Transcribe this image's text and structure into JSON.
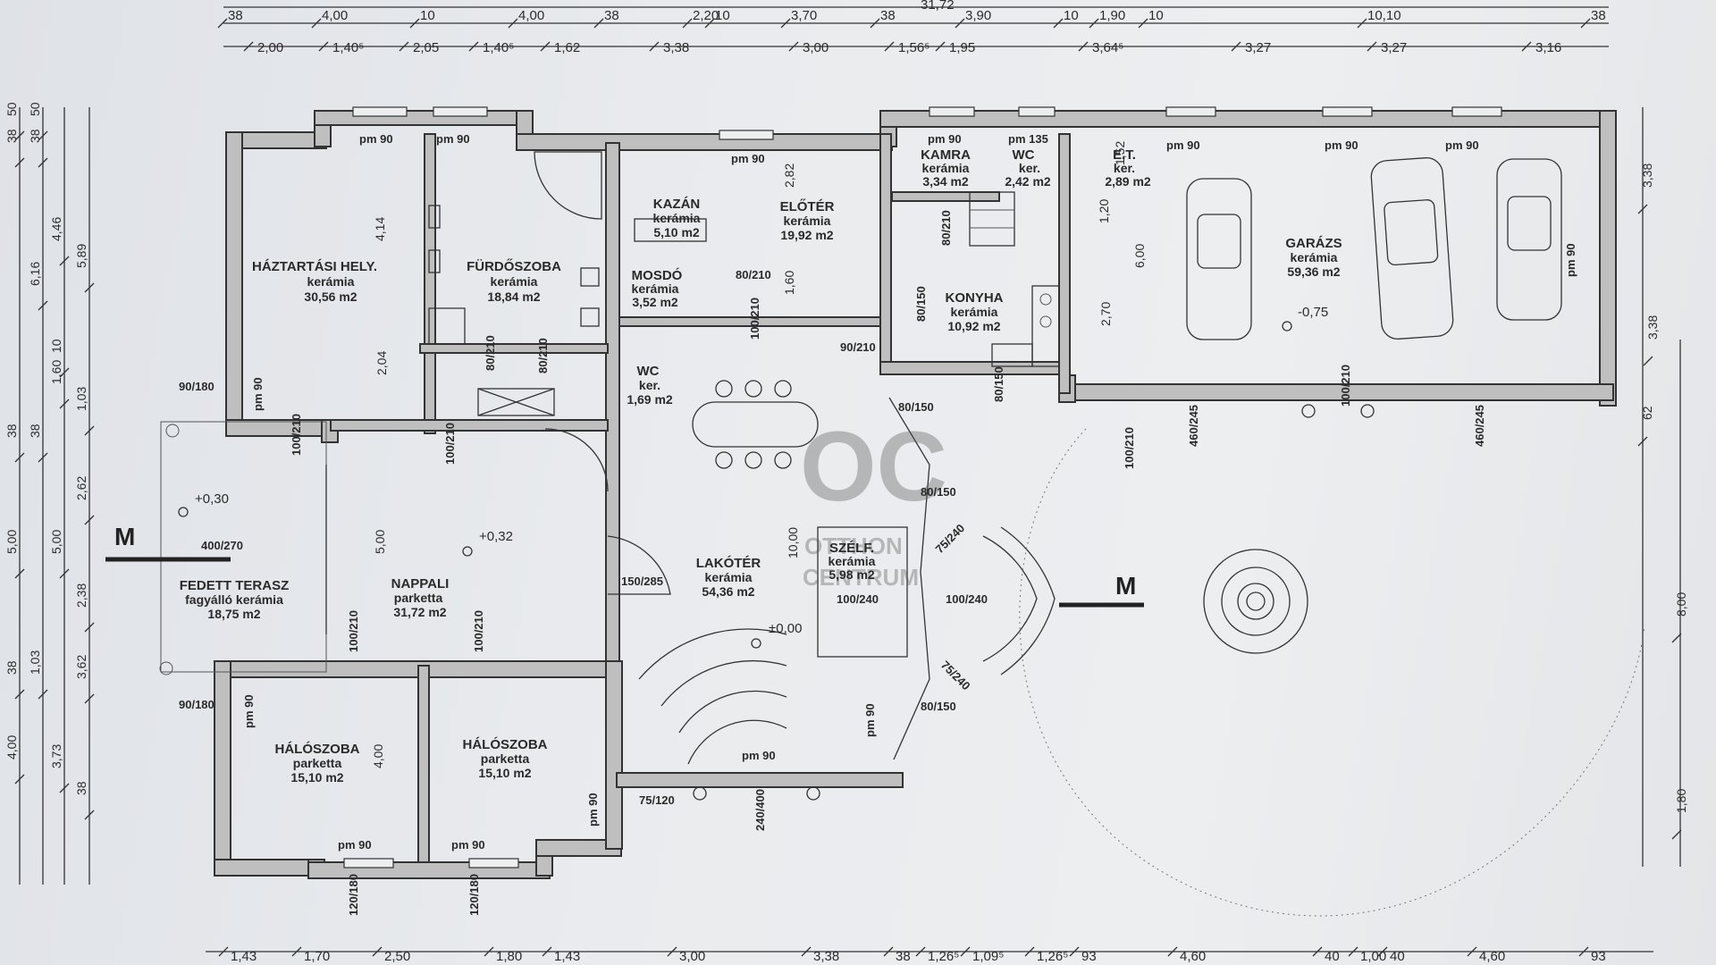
{
  "rooms": [
    {
      "name": "HÁZTARTÁSI HELY.",
      "finish": "kerámia",
      "area": "30,56 m2"
    },
    {
      "name": "FÜRDŐSZOBA",
      "finish": "kerámia",
      "area": "18,84 m2"
    },
    {
      "name": "KAZÁN",
      "finish": "kerámia",
      "area": "5,10 m2"
    },
    {
      "name": "ELŐTÉR",
      "finish": "kerámia",
      "area": "19,92 m2"
    },
    {
      "name": "KAMRA",
      "finish": "kerámia",
      "area": "3,34 m2"
    },
    {
      "name": "WC",
      "finish": "ker.",
      "area": "2,42 m2"
    },
    {
      "name": "E.T.",
      "finish": "ker.",
      "area": "2,89 m2"
    },
    {
      "name": "GARÁZS",
      "finish": "kerámia",
      "area": "59,36 m2"
    },
    {
      "name": "MOSDÓ",
      "finish": "kerámia",
      "area": "3,52 m2"
    },
    {
      "name": "KONYHA",
      "finish": "kerámia",
      "area": "10,92 m2"
    },
    {
      "name": "WC",
      "finish": "ker.",
      "area": "1,69 m2"
    },
    {
      "name": "FEDETT TERASZ",
      "finish": "fagyálló kerámia",
      "area": "18,75 m2"
    },
    {
      "name": "NAPPALI",
      "finish": "parketta",
      "area": "31,72 m2"
    },
    {
      "name": "LAKÓTÉR",
      "finish": "kerámia",
      "area": "54,36 m2"
    },
    {
      "name": "SZÉLF.",
      "finish": "kerámia",
      "area": "5,98 m2"
    },
    {
      "name": "HÁLÓSZOBA",
      "finish": "parketta",
      "area": "15,10 m2"
    },
    {
      "name": "HÁLÓSZOBA",
      "finish": "parketta",
      "area": "15,10 m2"
    }
  ],
  "top_dims_row1": [
    "38",
    "4,00",
    "10",
    "4,00",
    "38",
    "2,20",
    "10",
    "3,70",
    "38",
    "3,90",
    "10",
    "1,90",
    "10",
    "10,10",
    "38"
  ],
  "top_dims_row2": [
    "2,00",
    "1,40⁵",
    "2,05",
    "1,40⁵",
    "1,62",
    "3,38",
    "3,00",
    "1,56⁵",
    "1,95",
    "3,64⁵",
    "3,27",
    "3,27",
    "3,16"
  ],
  "top_total": "31,72",
  "bottom_dims": [
    "1,43",
    "1,70",
    "2,50",
    "1,80",
    "1,43",
    "3,00",
    "3,38",
    "38",
    "1,26⁵",
    "1,09⁵",
    "1,26⁵",
    "93",
    "4,60",
    "40",
    "1,00",
    "40",
    "4,60",
    "93"
  ],
  "left_dims": [
    "38",
    "50",
    "38",
    "50",
    "6,16",
    "4,46",
    "5,89",
    "10",
    "1,60",
    "1,03",
    "38",
    "38",
    "2,62",
    "5,00",
    "5,00",
    "2,38",
    "38",
    "1,03",
    "3,62",
    "4,00",
    "3,73",
    "38"
  ],
  "right_dims": [
    "3,38",
    "3,38",
    "62",
    "8,00",
    "1,80"
  ],
  "openings": [
    "pm 90",
    "pm 90",
    "pm 90",
    "pm 90",
    "pm 135",
    "pm 90",
    "pm 90",
    "pm 90",
    "pm 90",
    "pm 90",
    "pm 90",
    "pm 90",
    "pm 90",
    "pm 90",
    "pm 90",
    "pm 90"
  ],
  "door_labels": [
    "80/210",
    "80/210",
    "80/210",
    "100/210",
    "100/210",
    "80/210",
    "100/210",
    "90/210",
    "100/210",
    "100/210",
    "100/210",
    "100/210",
    "75/120",
    "150/285",
    "100/240",
    "100/240",
    "80/150",
    "80/150",
    "80/150",
    "80/150",
    "80/150",
    "90/180",
    "90/180",
    "400/270",
    "460/245",
    "460/245",
    "240/400",
    "120/180",
    "120/180",
    "75/240",
    "75/240"
  ],
  "levels": [
    "+0,30",
    "+0,32",
    "±0,00",
    "-0,75"
  ],
  "section_marks": [
    "M",
    "M"
  ],
  "inner_dims": [
    "4,14",
    "2,04",
    "2,82",
    "1,60",
    "1,52",
    "1,20",
    "6,00",
    "2,70",
    "5,00",
    "10,00",
    "4,00"
  ],
  "watermark": {
    "logo": "OC",
    "text1": "OTTHON",
    "text2": "CENTRUM"
  }
}
